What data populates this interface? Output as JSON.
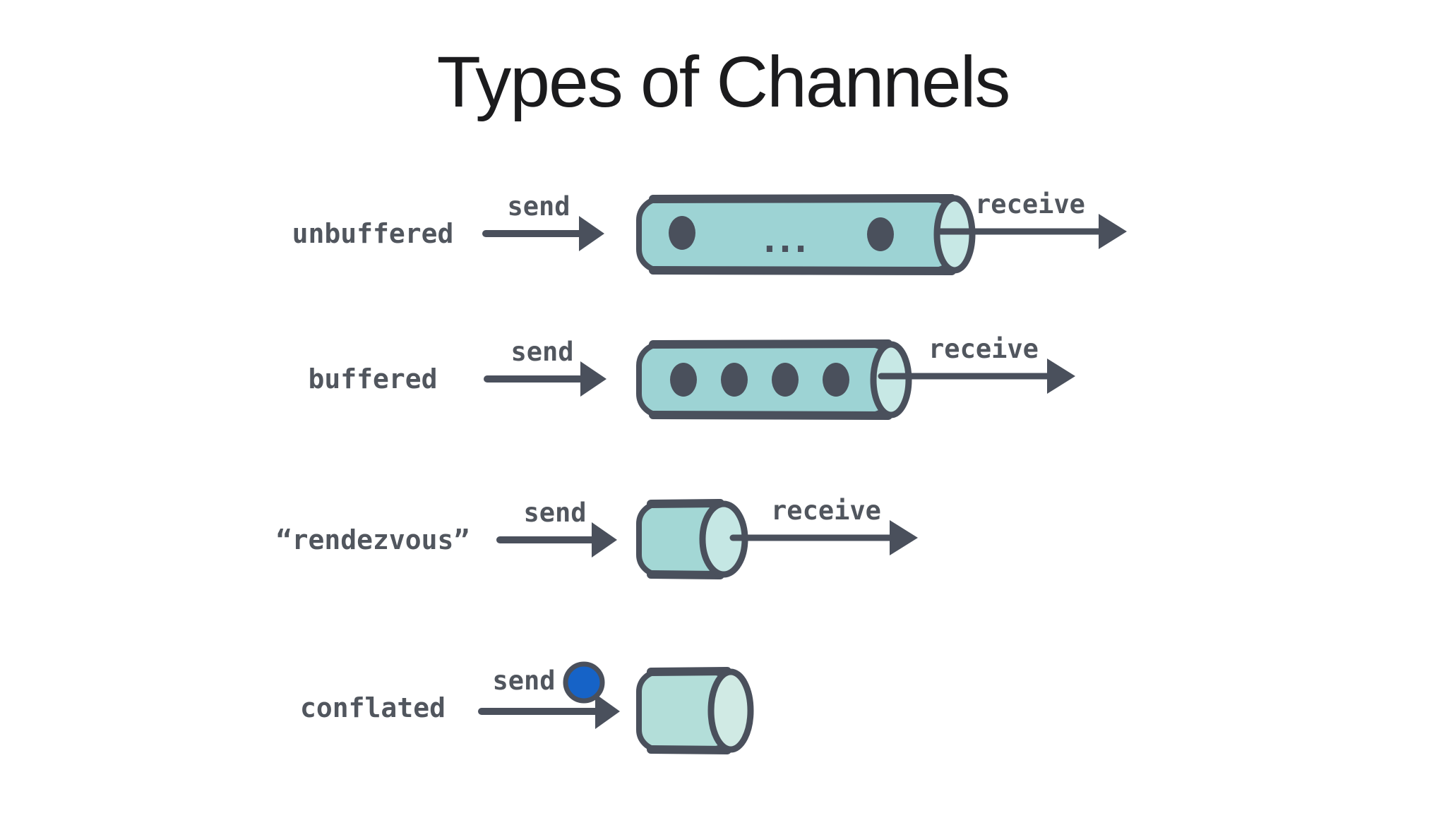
{
  "title": "Types of Channels",
  "rows": [
    {
      "type": "unbuffered",
      "label": "unbuffered",
      "send_label": "send",
      "receive_label": "receive",
      "ellipsis": "...",
      "items_shown": 2,
      "has_receive_arrow": true
    },
    {
      "type": "buffered",
      "label": "buffered",
      "send_label": "send",
      "receive_label": "receive",
      "items_shown": 4,
      "has_receive_arrow": true
    },
    {
      "type": "rendezvous",
      "label": "“rendezvous”",
      "send_label": "send",
      "receive_label": "receive",
      "items_shown": 0,
      "has_receive_arrow": true
    },
    {
      "type": "conflated",
      "label": "conflated",
      "send_label": "send",
      "items_shown": 0,
      "pending_item": true,
      "has_receive_arrow": false
    }
  ],
  "colors": {
    "background": "#ffffff",
    "title_text": "#1b1b1d",
    "label_text": "#51565e",
    "outline": "#4a505c",
    "channel_fill": "#9dd3d4",
    "channel_face": "#c7e8e5",
    "channel_fill_light": "#b3ded9",
    "item_dot": "#4a505c",
    "conflated_pending_item": "#1663c7"
  }
}
